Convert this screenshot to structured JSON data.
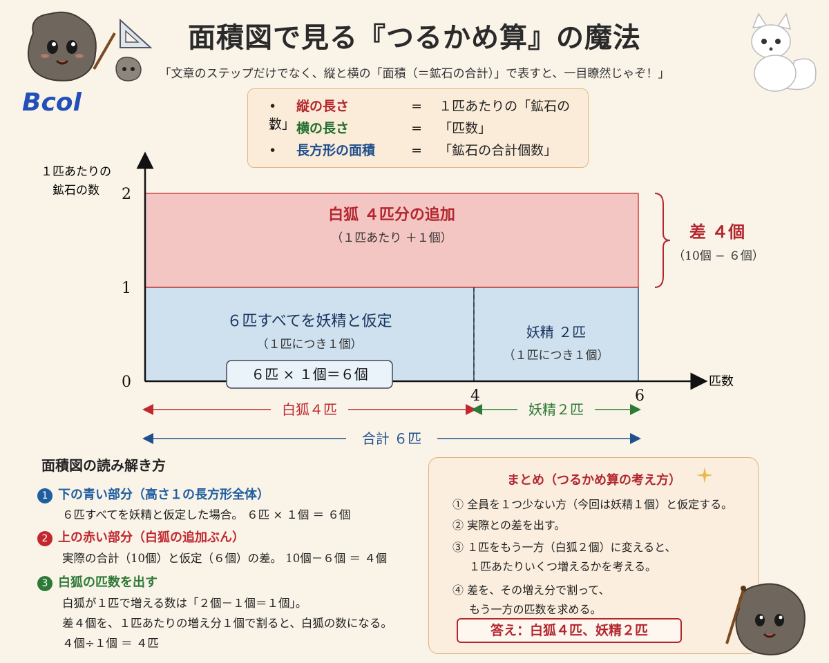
{
  "title": "面積図で見る『つるかめ算』の魔法",
  "subtitle": "「文章のステップだけでなく、縦と横の「面積（＝鉱石の合計）」で表すと、一目瞭然じゃぞ！」",
  "logo_text": "Bcol",
  "legend": {
    "bullet": "•",
    "eq": "=",
    "rows": [
      {
        "term": "縦の長さ",
        "value": "１匹あたりの「鉱石の数」",
        "color": "#b3262e"
      },
      {
        "term": "横の長さ",
        "value": "「匹数」",
        "color": "#1f6e2c"
      },
      {
        "term": "長方形の面積",
        "value": "「鉱石の合計個数」",
        "color": "#1f4f8c"
      }
    ]
  },
  "chart_data": {
    "type": "area_diagram",
    "y_axis_label_line1": "１匹あたりの",
    "y_axis_label_line2": "鉱石の数",
    "x_axis_label": "匹数",
    "y_ticks": [
      "0",
      "1",
      "2"
    ],
    "x_ticks": [
      "4",
      "6"
    ],
    "ylim": [
      0,
      2
    ],
    "xlim": [
      0,
      6
    ],
    "regions": [
      {
        "name": "blue-left",
        "x": [
          0,
          4
        ],
        "y": [
          0,
          1
        ],
        "color": "#cfe0ef",
        "title": "６匹すべてを妖精と仮定",
        "sub": "（１匹につき１個）",
        "formula": "６匹 × １個＝６個"
      },
      {
        "name": "blue-right",
        "x": [
          4,
          6
        ],
        "y": [
          0,
          1
        ],
        "color": "#cfe0ef",
        "title": "妖精 ２匹",
        "sub": "（１匹につき１個）"
      },
      {
        "name": "red-top",
        "x": [
          0,
          6
        ],
        "y": [
          1,
          2
        ],
        "color": "#f4c6c3",
        "title": "白狐 ４匹分の追加",
        "sub": "（１匹あたり ＋１個）"
      }
    ],
    "difference": {
      "label": "差 ４個",
      "sub": "（10個 − ６個）"
    },
    "ranges": [
      {
        "label": "白狐４匹",
        "x": [
          0,
          4
        ],
        "color": "#c0282e"
      },
      {
        "label": "妖精２匹",
        "x": [
          4,
          6
        ],
        "color": "#2d7a36"
      },
      {
        "label": "合計 ６匹",
        "x": [
          0,
          6
        ],
        "color": "#1f4f8c"
      }
    ]
  },
  "notes": {
    "heading": "面積図の読み解き方",
    "steps": [
      {
        "num": "1",
        "color": "#1f5fa0",
        "heading": "下の青い部分（高さ１の長方形全体）",
        "lines": [
          "６匹すべてを妖精と仮定した場合。 ６匹 × １個 ＝ ６個"
        ]
      },
      {
        "num": "2",
        "color": "#c0282e",
        "heading": "上の赤い部分（白狐の追加ぶん）",
        "lines": [
          "実際の合計（10個）と仮定（６個）の差。 10個－６個 ＝ ４個"
        ]
      },
      {
        "num": "3",
        "color": "#2d7a36",
        "heading": "白狐の匹数を出す",
        "lines": [
          "白狐が１匹で増える数は「２個－１個＝１個」。",
          "差４個を、１匹あたりの増え分１個で割ると、白狐の数になる。",
          "４個÷１個 ＝ ４匹"
        ]
      }
    ]
  },
  "summary": {
    "title": "まとめ（つるかめ算の考え方）",
    "lines": [
      "① 全員を１つ少ない方（今回は妖精１個）と仮定する。",
      "② 実際との差を出す。",
      "③ １匹をもう一方（白狐２個）に変えると、",
      "１匹あたりいくつ増えるかを考える。",
      "④ 差を、その増え分で割って、",
      "もう一方の匹数を求める。"
    ],
    "answer": "答え：白狐４匹、妖精２匹"
  }
}
